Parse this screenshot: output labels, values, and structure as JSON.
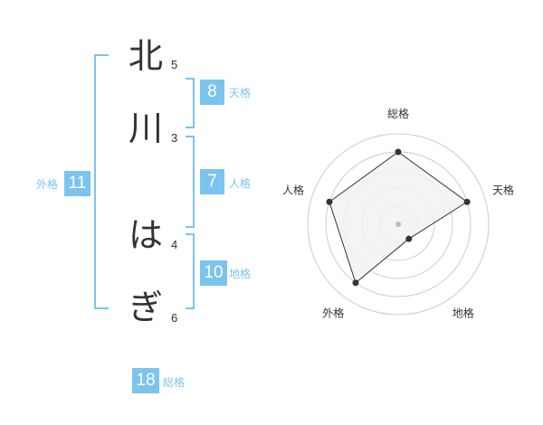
{
  "name": {
    "characters": [
      {
        "char": "北",
        "strokes": "5"
      },
      {
        "char": "川",
        "strokes": "3"
      },
      {
        "char": "は",
        "strokes": "4"
      },
      {
        "char": "ぎ",
        "strokes": "6"
      }
    ]
  },
  "fortunes": {
    "tenkaku": {
      "value": "8",
      "label": "天格"
    },
    "jinkaku": {
      "value": "7",
      "label": "人格"
    },
    "chikaku": {
      "value": "10",
      "label": "地格"
    },
    "gaikaku": {
      "value": "11",
      "label": "外格"
    },
    "soukaku": {
      "value": "18",
      "label": "総格"
    }
  },
  "chart_data": {
    "type": "radar",
    "axes": [
      "総格",
      "天格",
      "地格",
      "外格",
      "人格"
    ],
    "values": [
      4,
      4,
      1,
      4,
      4
    ],
    "max": 5,
    "rings": 5,
    "colors": {
      "ring": "#cccccc",
      "fill": "#f2f2f2",
      "line": "#333333",
      "point": "#333333",
      "center": "#bbbbbb"
    }
  }
}
